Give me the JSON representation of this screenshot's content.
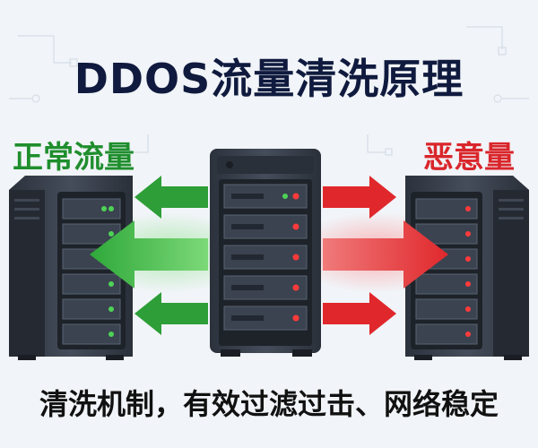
{
  "title": "DDOS流量清洗原理",
  "labels": {
    "normal_traffic": "正常流量",
    "malicious_traffic": "恶意量"
  },
  "footer": "清洗机制，有效过滤过击、网络稳定",
  "colors": {
    "title": "#0f1a3e",
    "normal": "#1f8e2d",
    "malicious": "#d9262b",
    "background": "#f1f4f8",
    "server_body": "#3a414d"
  },
  "icons": [
    "server-icon",
    "arrow-left-icon",
    "arrow-right-icon",
    "led-icon"
  ]
}
